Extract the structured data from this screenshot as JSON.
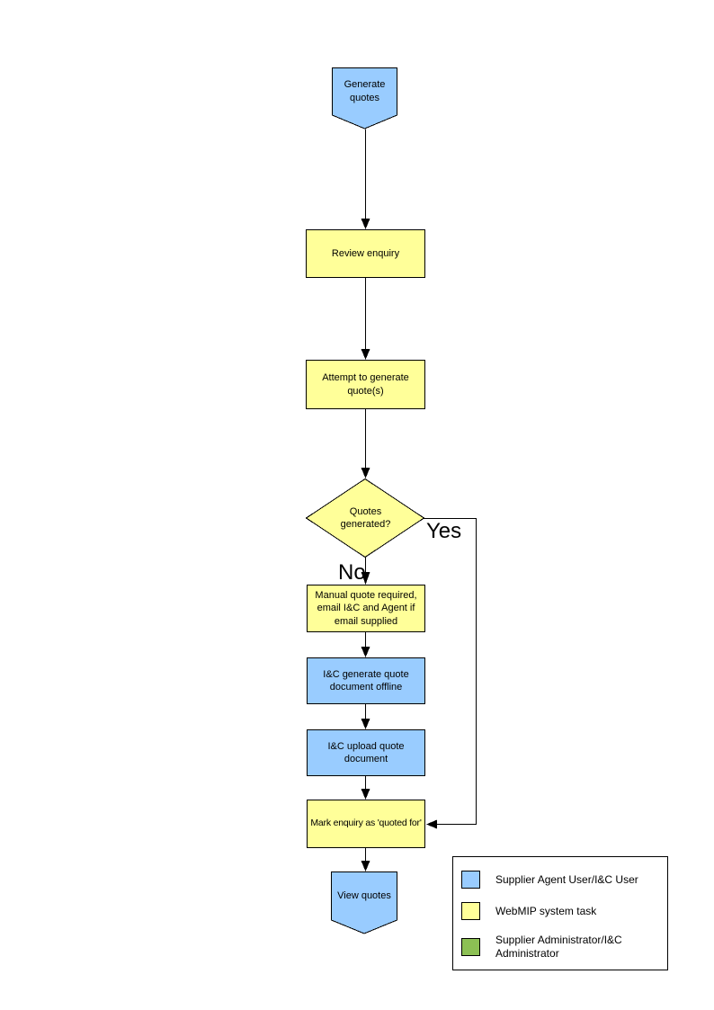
{
  "nodes": {
    "start": {
      "label": "Generate quotes"
    },
    "review": {
      "label": "Review enquiry"
    },
    "attempt": {
      "label": "Attempt to generate quote(s)"
    },
    "decision": {
      "label": "Quotes generated?"
    },
    "manual": {
      "label": "Manual quote required, email I&C and Agent if email supplied"
    },
    "ic_generate": {
      "label": "I&C generate quote document offline"
    },
    "ic_upload": {
      "label": "I&C upload quote document"
    },
    "mark": {
      "label": "Mark enquiry as 'quoted for'"
    },
    "end": {
      "label": "View quotes"
    }
  },
  "branches": {
    "yes": "Yes",
    "no": "No"
  },
  "colors": {
    "user_task": "#99CCFF",
    "system_task": "#FFFF99",
    "admin_task": "#8CC054",
    "line": "#000000"
  },
  "legend": {
    "items": [
      {
        "swatch": "#99CCFF",
        "label": "Supplier Agent User/I&C User"
      },
      {
        "swatch": "#FFFF99",
        "label": "WebMIP system task"
      },
      {
        "swatch": "#8CC054",
        "label": "Supplier Administrator/I&C Administrator"
      }
    ]
  }
}
